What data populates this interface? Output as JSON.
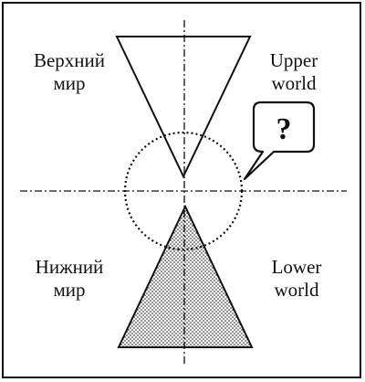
{
  "labels": {
    "upper_left_line1": "Верхний",
    "upper_left_line2": "мир",
    "upper_right_line1": "Upper",
    "upper_right_line2": "world",
    "lower_left_line1": "Нижний",
    "lower_left_line2": "мир",
    "lower_right_line1": "Lower",
    "lower_right_line2": "world",
    "question": "?"
  },
  "colors": {
    "stroke": "#111111",
    "background": "#ffffff",
    "stipple": "#000000"
  }
}
